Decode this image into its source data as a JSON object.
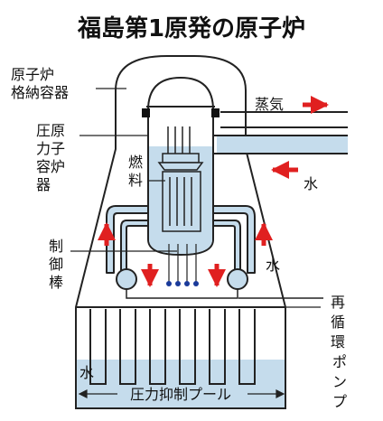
{
  "title": "福島第1原発の原子炉",
  "labels": {
    "containment": [
      "原子炉",
      "格納容器"
    ],
    "rpv": [
      "圧原",
      "力子",
      "容炉",
      "器"
    ],
    "fuel": [
      "燃",
      "料"
    ],
    "control_rod": [
      "制",
      "御",
      "棒"
    ],
    "steam": "蒸気",
    "water_in": "水",
    "water_side": "水",
    "recirc_pump": [
      "再",
      "循",
      "環",
      "ポ",
      "ン",
      "プ"
    ],
    "pool_water": "水",
    "suppression_pool": "圧力抑制プール"
  },
  "colors": {
    "water": "#c5dcec",
    "arrow": "#e02020",
    "outline": "#222222",
    "rod_tip": "#1a3a9a"
  }
}
